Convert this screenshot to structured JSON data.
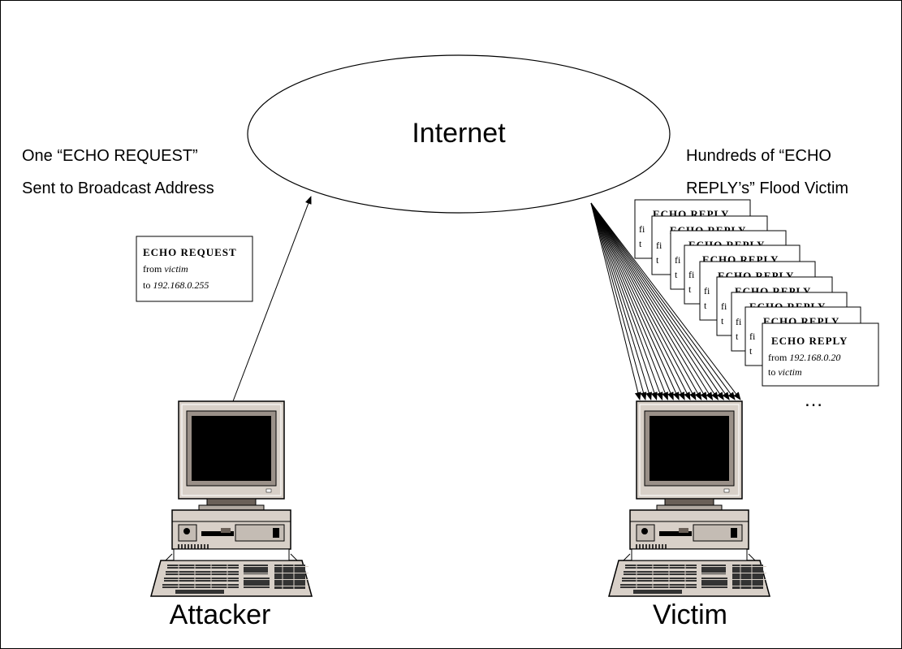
{
  "diagram": {
    "cloud_label": "Internet",
    "request_caption": [
      "One “ECHO REQUEST”",
      "Sent to Broadcast Address"
    ],
    "reply_caption": [
      "Hundreds of “ECHO",
      "REPLY’s” Flood Victim"
    ],
    "request_packet": {
      "title": "ECHO REQUEST",
      "from_prefix": "from ",
      "from_value": "victim",
      "to_prefix": "to ",
      "to_value": "192.168.0.255"
    },
    "reply_packet": {
      "title": "ECHO REPLY",
      "from_prefix": "from ",
      "from_value": "192.168.0.20",
      "to_prefix": "to ",
      "to_value": "victim"
    },
    "ellipsis": "…",
    "attacker_label": "Attacker",
    "victim_label": "Victim"
  }
}
